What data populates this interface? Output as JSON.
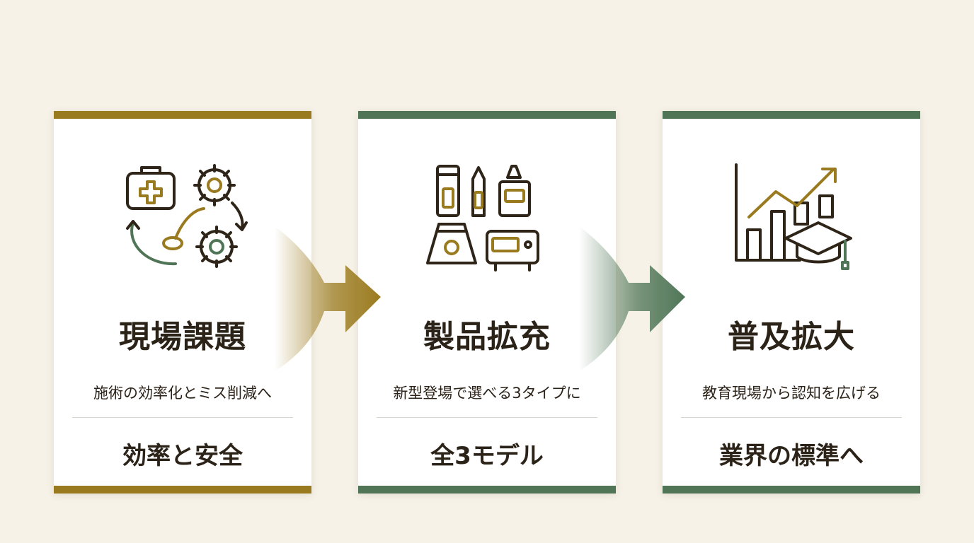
{
  "colors": {
    "background": "#f6f2e8",
    "card": "#ffffff",
    "gold": "#9a7a1e",
    "green": "#4f7556",
    "ink": "#2e2518"
  },
  "cards": [
    {
      "accent": "#9a7a1e",
      "icon": "medical-kit-gears-cycle-icon",
      "title": "現場課題",
      "subtitle": "施術の効率化とミス削減へ",
      "footer": "効率と安全"
    },
    {
      "accent": "#4f7556",
      "icon": "product-bottles-devices-icon",
      "title": "製品拡充",
      "subtitle": "新型登場で選べる3タイプに",
      "footer": "全3モデル"
    },
    {
      "accent": "#4f7556",
      "icon": "growth-chart-graduation-cap-icon",
      "title": "普及拡大",
      "subtitle": "教育現場から認知を広げる",
      "footer": "業界の標準へ"
    }
  ],
  "arrows": [
    {
      "icon": "right-arrow-icon",
      "color": "#9a7a1e"
    },
    {
      "icon": "right-arrow-icon",
      "color": "#4f7556"
    }
  ]
}
